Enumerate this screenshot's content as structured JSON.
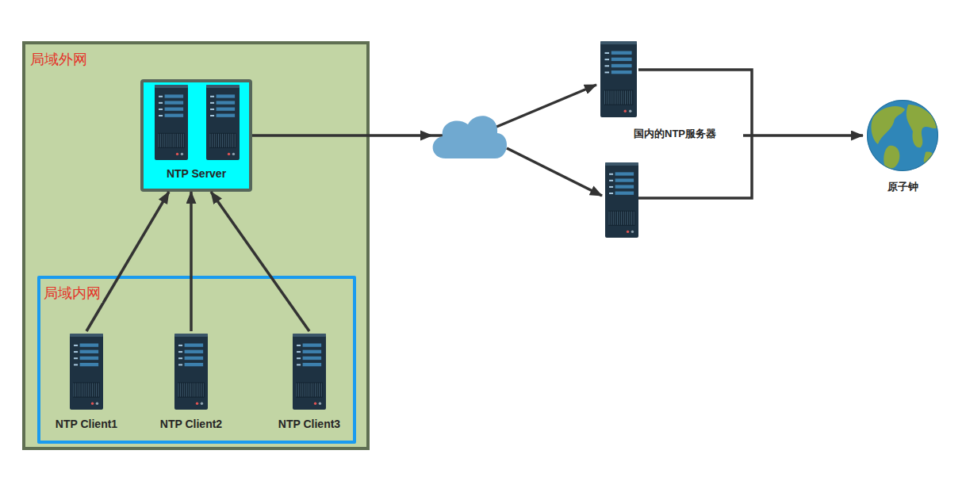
{
  "diagram": {
    "nodes": [
      {
        "text": [
          "局域外网"
        ]
      },
      {
        "text": [
          "NTP Server"
        ],
        "in": 0
      },
      {
        "text": [
          "局域内网"
        ],
        "in": 0
      },
      {
        "text": [
          "NTP Client1"
        ],
        "in": 2
      },
      {
        "text": [
          "NTP Client2"
        ],
        "in": 2
      },
      {
        "text": [
          "NTP Client3"
        ],
        "in": 2
      },
      {
        "text": [
          "国内的NTP服务器"
        ]
      },
      {
        "text": [
          "原子钟"
        ]
      }
    ],
    "edges": [
      {
        "from": 3,
        "to": 1,
        "arrow": "to"
      },
      {
        "from": 4,
        "to": 1,
        "arrow": "to"
      },
      {
        "from": 5,
        "to": 1,
        "arrow": "to"
      },
      {
        "from": 1,
        "to": 6,
        "arrow": "to"
      },
      {
        "from": 6,
        "to": 7,
        "arrow": "to"
      }
    ]
  }
}
